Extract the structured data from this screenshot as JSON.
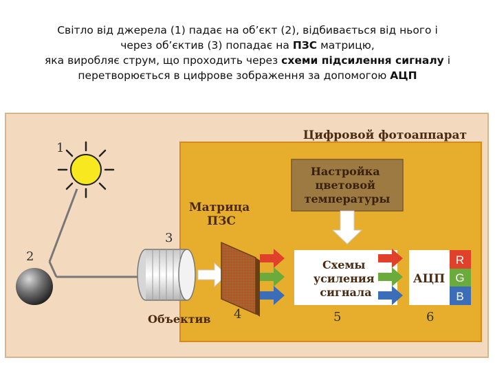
{
  "caption": {
    "line1": "Світло від джерела (1) падає на об’єкт (2),    відбивається від нього і",
    "line2_pre": "через об’єктив (3)  попадає на ",
    "line2_bold": "ПЗС",
    "line2_post": " матрицю,",
    "line3_pre": "яка виробляє струм, що проходить через ",
    "line3_bold": "схеми підсилення сигналу",
    "line3_post": " і",
    "line4_pre": "перетворюється в цифрове зображення за допомогою   ",
    "line4_bold": "АЦП"
  },
  "diagram": {
    "camera_title": "Цифровой фотоаппарат",
    "color_temp_label": [
      "Настройка",
      "цветовой",
      "температуры"
    ],
    "matrix_label": [
      "Матрица",
      "ПЗС"
    ],
    "amplifier_label": [
      "Схемы",
      "усиления",
      "сигнала"
    ],
    "adc_label": "АЦП",
    "lens_label": "Объектив",
    "channels": [
      "R",
      "G",
      "B"
    ],
    "numbers": {
      "sun": "1",
      "object": "2",
      "lens": "3",
      "matrix": "4",
      "amplifier": "5",
      "adc": "6"
    },
    "colors": {
      "frame": "#f3d9bd",
      "camera_body": "#e7ad2c",
      "camera_border": "#d58a1b",
      "temp_box": "#9d7a42",
      "text_dark": "#4a2b12",
      "sun": "#f7e81f",
      "red": "#e0412b",
      "green": "#6bab3b",
      "blue": "#3b6db8",
      "white_box": "#ffffff"
    }
  }
}
